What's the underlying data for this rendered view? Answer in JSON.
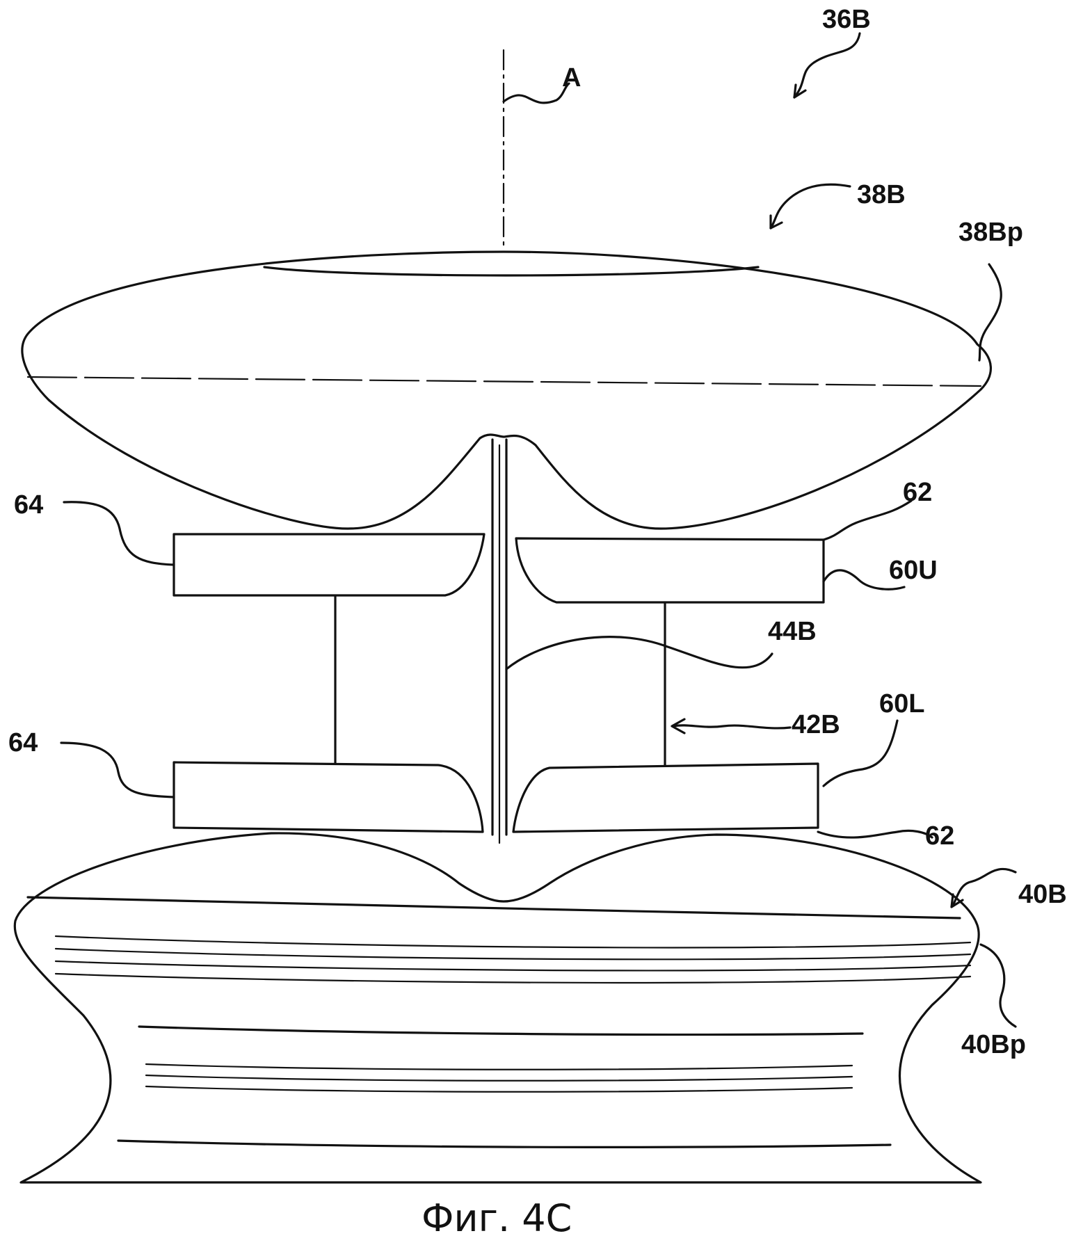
{
  "labels": {
    "assembly": "36B",
    "axis": "A",
    "upper_body": "38B",
    "upper_periphery": "38Bp",
    "upper_cap": "60U",
    "lower_cap": "60L",
    "rim_upper": "62",
    "rim_lower": "62",
    "edge_upper": "64",
    "edge_lower": "64",
    "shaft": "44B",
    "spool": "42B",
    "lower_body": "40B",
    "lower_periphery": "40Bp"
  },
  "caption": "Фиг. 4C"
}
